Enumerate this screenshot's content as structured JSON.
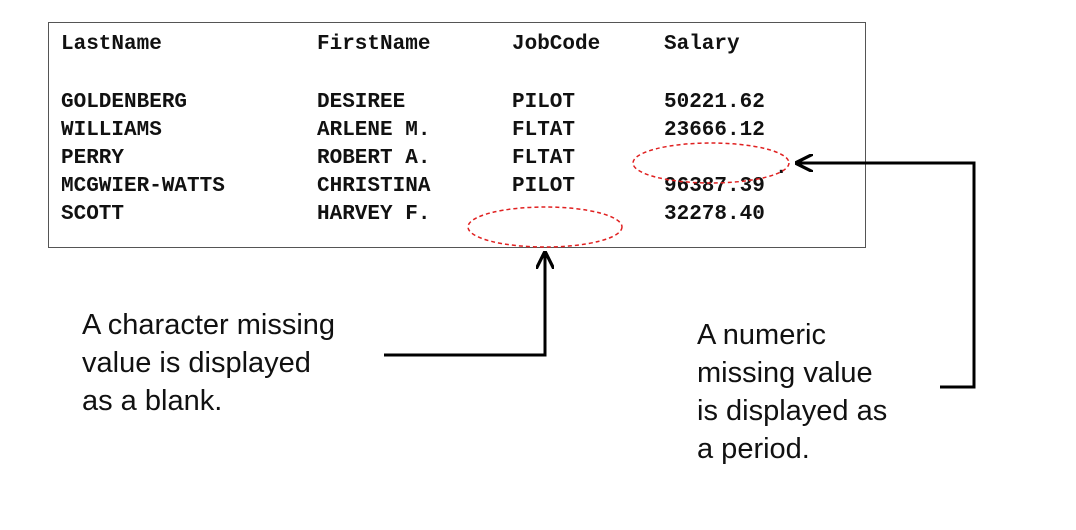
{
  "listing": {
    "headers": [
      "LastName",
      "FirstName",
      "JobCode",
      "Salary"
    ],
    "rows": [
      [
        "GOLDENBERG",
        "DESIREE",
        "PILOT",
        "50221.62"
      ],
      [
        "WILLIAMS",
        "ARLENE M.",
        "FLTAT",
        "23666.12"
      ],
      [
        "PERRY",
        "ROBERT A.",
        "FLTAT",
        ""
      ],
      [
        "MCGWIER-WATTS",
        "CHRISTINA",
        "PILOT",
        "96387.39"
      ],
      [
        "SCOTT",
        "HARVEY F.",
        "",
        "32278.40"
      ]
    ],
    "numeric_missing_symbol": "."
  },
  "callouts": {
    "character": "A character missing\nvalue is displayed\nas a blank.",
    "numeric": "A numeric\nmissing value\nis displayed as\na period."
  },
  "colors": {
    "highlight": "#e02020",
    "arrow": "#000000",
    "border": "#555555"
  }
}
